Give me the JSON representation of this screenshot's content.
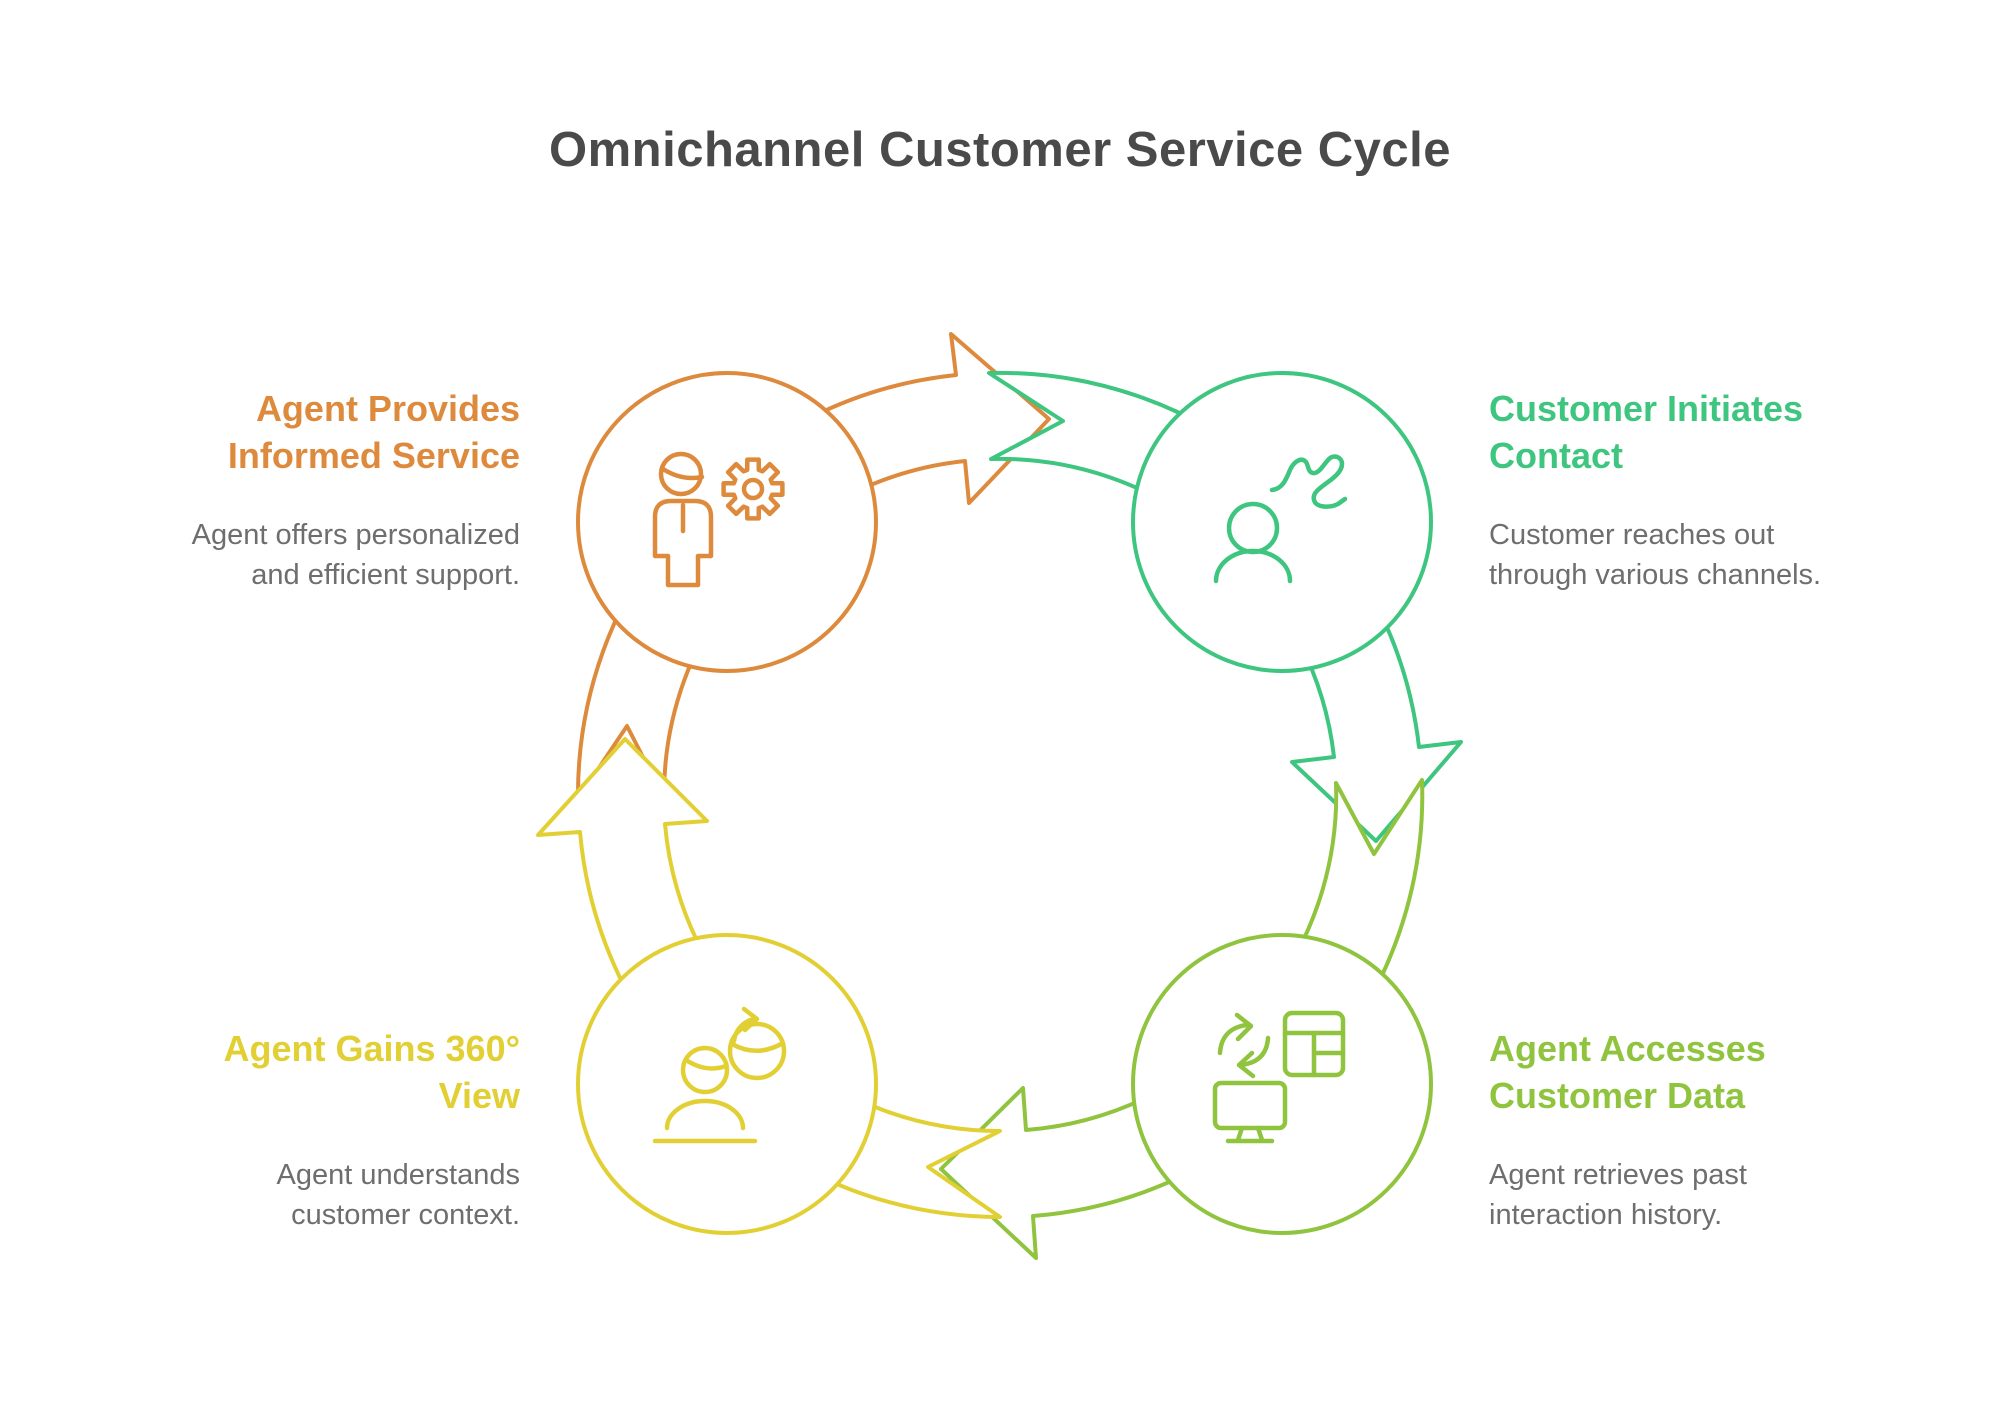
{
  "title": "Omnichannel Customer Service Cycle",
  "palette": {
    "orange": "#dd8a3d",
    "green": "#3ec57f",
    "lime": "#90c43f",
    "yellow": "#e2cf33",
    "title_text": "#4a4a4a",
    "body_text": "#6e6e6e",
    "background": "#ffffff"
  },
  "diagram_type": "circular-cycle",
  "flow_direction": "clockwise",
  "steps": [
    {
      "id": "customer-initiates-contact",
      "position": "top-right",
      "label": "Customer Initiates Contact",
      "label_lines": [
        "Customer Initiates",
        "Contact"
      ],
      "description": "Customer reaches out through various channels.",
      "description_lines": [
        "Customer reaches out",
        "through various channels."
      ],
      "color": "#3ec57f",
      "icon": "person-scribble-icon"
    },
    {
      "id": "agent-accesses-customer-data",
      "position": "bottom-right",
      "label": "Agent Accesses Customer Data",
      "label_lines": [
        "Agent Accesses",
        "Customer Data"
      ],
      "description": "Agent retrieves past interaction history.",
      "description_lines": [
        "Agent retrieves past",
        "interaction history."
      ],
      "color": "#90c43f",
      "icon": "data-sync-monitor-icon"
    },
    {
      "id": "agent-gains-360-view",
      "position": "bottom-left",
      "label": "Agent Gains 360° View",
      "label_lines": [
        "Agent Gains 360°",
        "View"
      ],
      "description": "Agent understands customer context.",
      "description_lines": [
        "Agent understands",
        "customer context."
      ],
      "color": "#e2cf33",
      "icon": "rotating-360-view-icon"
    },
    {
      "id": "agent-provides-informed-service",
      "position": "top-left",
      "label": "Agent Provides Informed Service",
      "label_lines": [
        "Agent Provides",
        "Informed Service"
      ],
      "description": "Agent offers personalized and efficient support.",
      "description_lines": [
        "Agent offers personalized",
        "and efficient support."
      ],
      "color": "#dd8a3d",
      "icon": "person-gear-icon"
    }
  ]
}
